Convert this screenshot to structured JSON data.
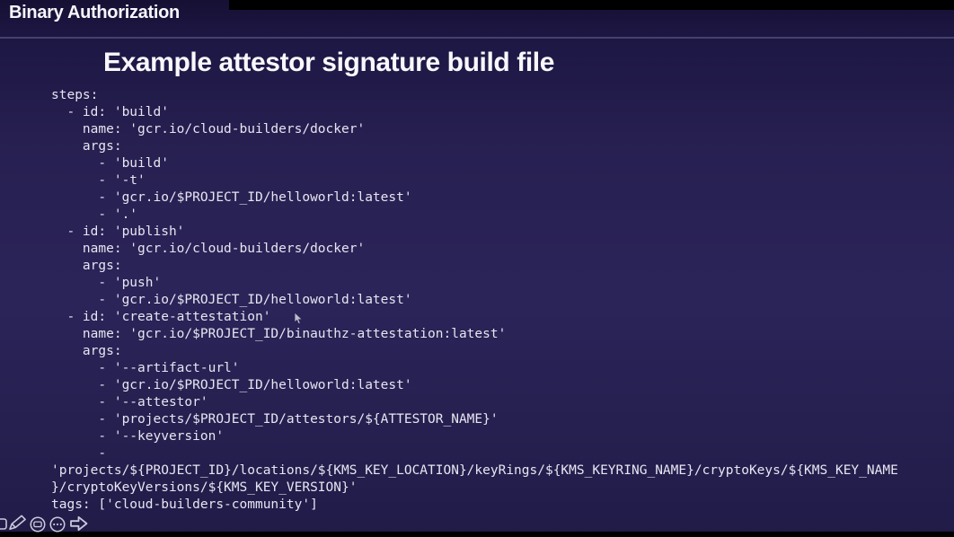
{
  "header": {
    "title": "Binary Authorization"
  },
  "slide": {
    "heading": "Example attestor signature build file",
    "code_lines": [
      "steps:",
      "  - id: 'build'",
      "    name: 'gcr.io/cloud-builders/docker'",
      "    args:",
      "      - 'build'",
      "      - '-t'",
      "      - 'gcr.io/$PROJECT_ID/helloworld:latest'",
      "      - '.'",
      "  - id: 'publish'",
      "    name: 'gcr.io/cloud-builders/docker'",
      "    args:",
      "      - 'push'",
      "      - 'gcr.io/$PROJECT_ID/helloworld:latest'",
      "  - id: 'create-attestation'",
      "    name: 'gcr.io/$PROJECT_ID/binauthz-attestation:latest'",
      "    args:",
      "      - '--artifact-url'",
      "      - 'gcr.io/$PROJECT_ID/helloworld:latest'",
      "      - '--attestor'",
      "      - 'projects/$PROJECT_ID/attestors/${ATTESTOR_NAME}'",
      "      - '--keyversion'",
      "      -",
      "'projects/${PROJECT_ID}/locations/${KMS_KEY_LOCATION}/keyRings/${KMS_KEYRING_NAME}/cryptoKeys/${KMS_KEY_NAME",
      "}/cryptoKeyVersions/${KMS_KEY_VERSION}'",
      "tags: ['cloud-builders-community']"
    ]
  },
  "annotation_toolbar": {
    "icons": [
      "shape-tool-icon",
      "pencil-icon",
      "comment-icon",
      "more-options-icon",
      "forward-arrow-icon"
    ]
  },
  "colors": {
    "background_top": "#161034",
    "background_mid": "#2b2459",
    "header_divider": "#46406f",
    "title_text": "#f7f7fb",
    "code_text": "#e7e5f1",
    "letterbox": "#000000",
    "icon_stroke": "#c9c9da"
  }
}
